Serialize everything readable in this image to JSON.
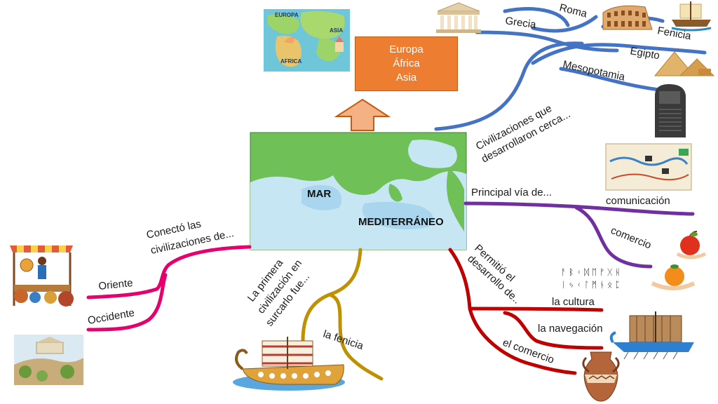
{
  "center": {
    "word1": "MAR",
    "word2": "MEDITERRÁNEO"
  },
  "top": {
    "continents": [
      "Europa",
      "África",
      "Asia"
    ],
    "map_label_europa": "EUROPA",
    "map_label_asia": "ASIA",
    "map_label_africa": "AFRICA"
  },
  "branches": {
    "near": {
      "line1": "Civilizaciones que",
      "line2": "desarrollaron cerca...",
      "items": [
        "Grecia",
        "Roma",
        "Fenicia",
        "Egipto",
        "Mesopotamia"
      ],
      "color": "#4472c4"
    },
    "route": {
      "label": "Principal vía de...",
      "items": [
        "comunicación",
        "comercio"
      ],
      "color": "#7030a0"
    },
    "develop": {
      "line1": "Permitió el",
      "line2": "desarrollo de..",
      "items": [
        "la cultura",
        "la navegación",
        "el comercio"
      ],
      "color": "#c00000"
    },
    "connect": {
      "line1": "Conectó las",
      "line2": "civilizaciones de...",
      "items": [
        "Oriente",
        "Occidente"
      ],
      "color": "#e6006e"
    },
    "first": {
      "line1": "La primera",
      "line2": "civilización en",
      "line3": "surcarlo fue...",
      "items": [
        "la fenicia"
      ],
      "color": "#bf9000"
    }
  },
  "icons": [
    "world-map-icon",
    "parthenon-icon",
    "colosseum-icon",
    "ship-icon",
    "pyramid-icon",
    "stele-icon",
    "route-map-icon",
    "apple-icon",
    "orange-icon",
    "alphabet-icon",
    "galley-icon",
    "amphora-icon",
    "market-icon",
    "acropolis-icon"
  ]
}
